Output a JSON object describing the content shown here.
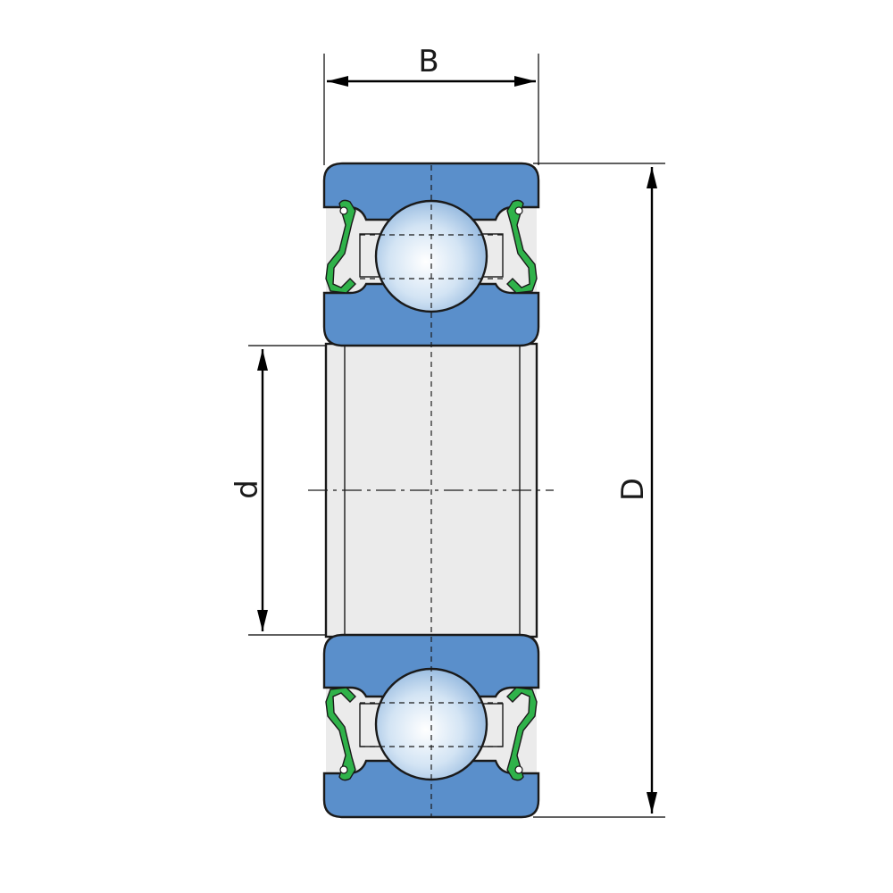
{
  "diagram": {
    "labels": {
      "width": "B",
      "outer_diameter": "D",
      "bore_diameter": "d"
    },
    "colors": {
      "rings": "#5a8fcb",
      "bore": "#ebebeb",
      "seal": "#2fb24a",
      "cage": "#dcea9c",
      "ball_light": "#ffffff",
      "ball_dark": "#9cbfe2"
    }
  }
}
